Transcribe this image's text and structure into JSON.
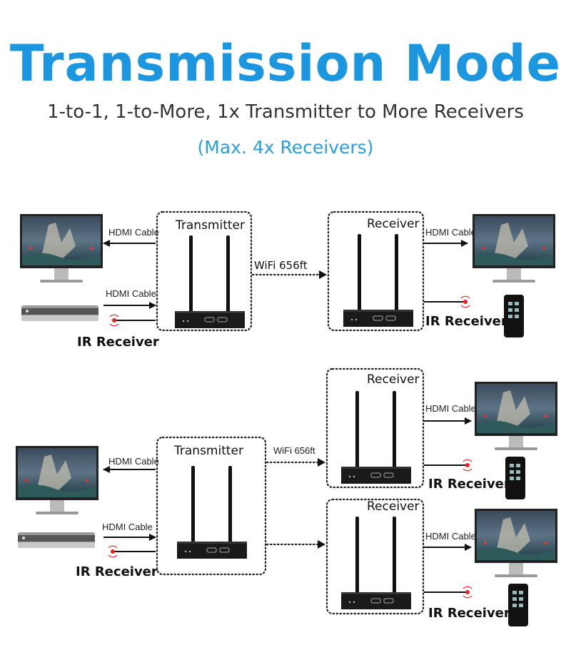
{
  "header": {
    "title": "Transmission Mode",
    "subtitle": "1-to-1, 1-to-More, 1x Transmitter to More Receivers",
    "note": "(Max. 4x Receivers)"
  },
  "labels": {
    "hdmi_cable": "HDMI Cable",
    "transmitter": "Transmitter",
    "receiver": "Receiver",
    "ir_receiver": "IR Receiver",
    "wifi": "WiFi 656ft"
  },
  "colors": {
    "accent": "#1b96df",
    "ir_red": "#e82020"
  }
}
